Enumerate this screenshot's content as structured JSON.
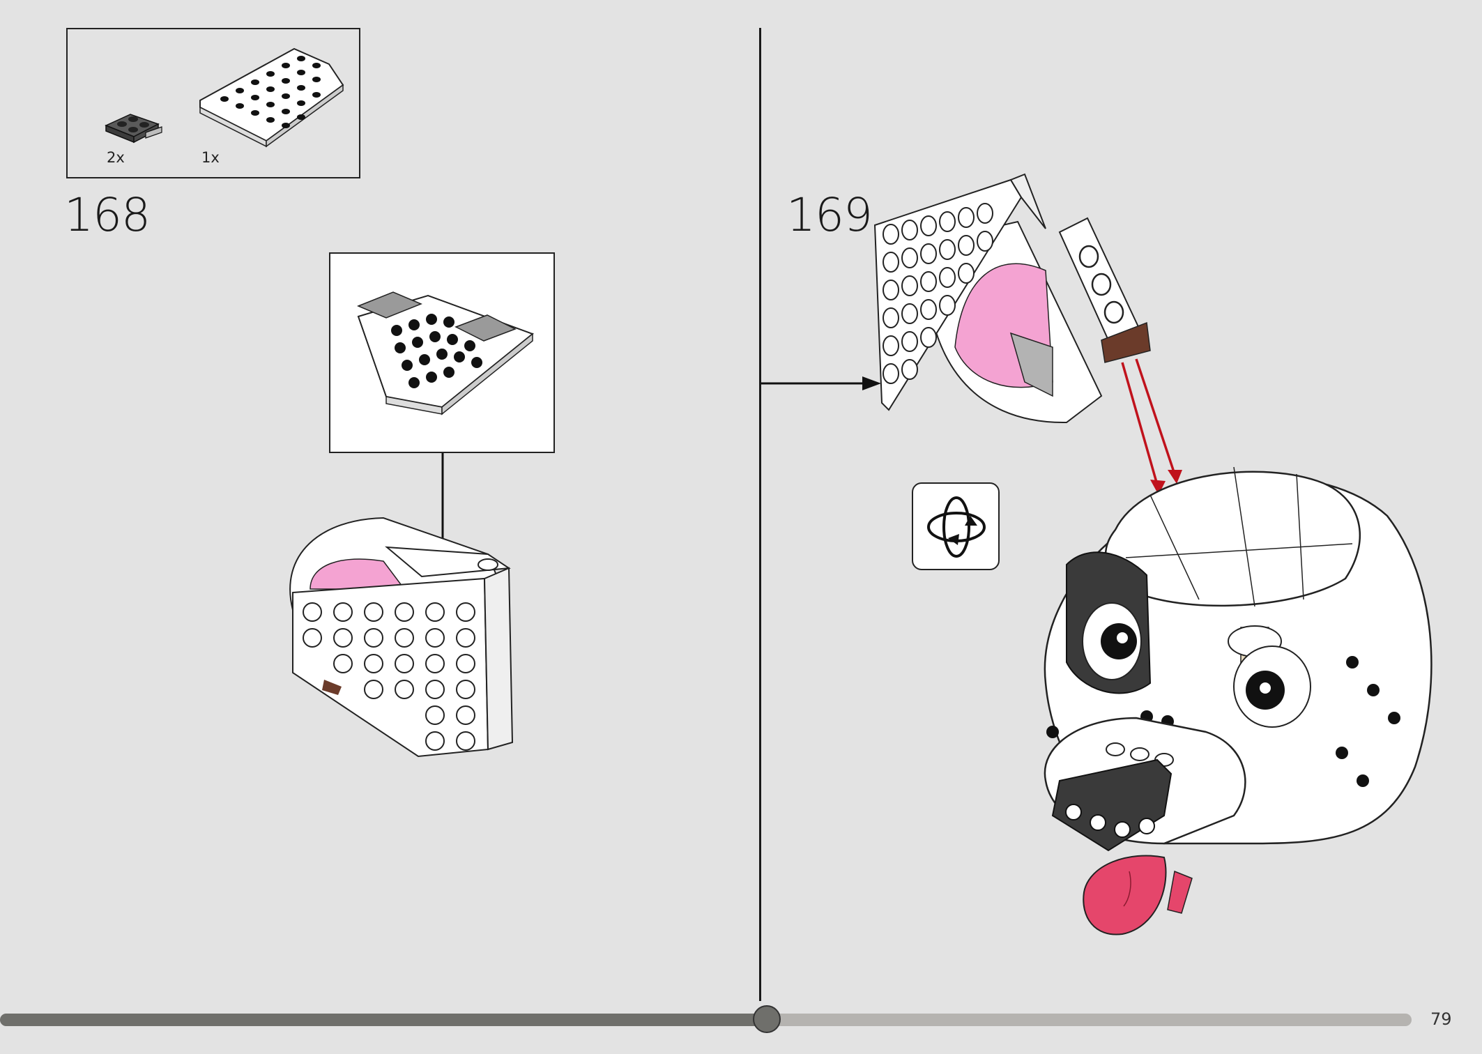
{
  "page": {
    "number": "79"
  },
  "parts_list": [
    {
      "qty": "2x",
      "part_icon": "plate-2x2-dark-grey-with-bracket"
    },
    {
      "qty": "1x",
      "part_icon": "wedge-plate-white-large"
    }
  ],
  "steps": [
    {
      "number": "168",
      "callout_icon": "wedge-plate-with-clips-subassembly"
    },
    {
      "number": "169",
      "hint_icon": "rotate-model-icon"
    }
  ],
  "progress": {
    "fraction": 0.543
  },
  "colors": {
    "background": "#e3e3e3",
    "pink": "#f4a3d2",
    "red_arrow": "#c0121c",
    "tongue": "#e5466b",
    "dark_part": "#3a3a3a"
  }
}
